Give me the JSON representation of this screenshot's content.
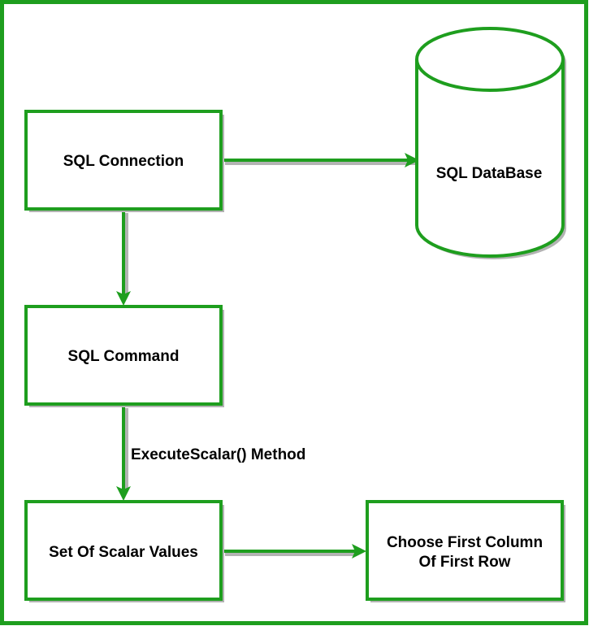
{
  "colors": {
    "stroke": "#1e9e1e",
    "shadow": "#b3b3b3",
    "background": "#ffffff",
    "text": "#000000"
  },
  "nodes": {
    "sql_connection": "SQL Connection",
    "sql_database": "SQL DataBase",
    "sql_command": "SQL Command",
    "scalar_values": "Set Of Scalar Values",
    "first_column_line1": "Choose First Column",
    "first_column_line2": "Of First Row"
  },
  "edges": {
    "execute_scalar_label": "ExecuteScalar() Method"
  }
}
